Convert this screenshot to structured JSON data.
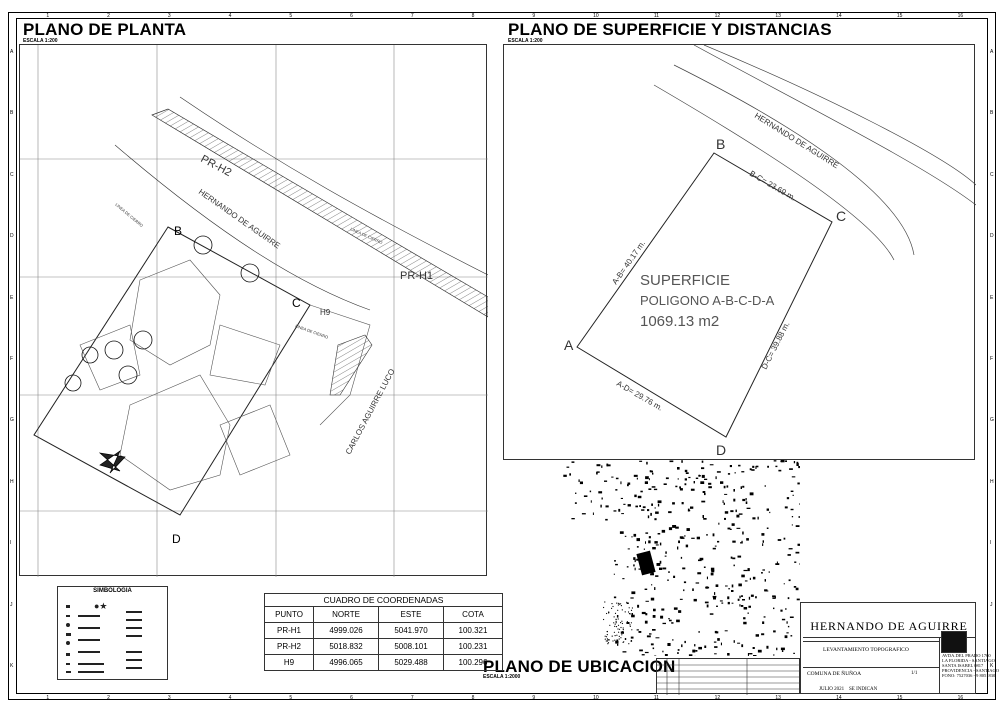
{
  "sheet": {
    "top_ruler": [
      "1",
      "2",
      "3",
      "4",
      "5",
      "6",
      "7",
      "8",
      "9",
      "10",
      "11",
      "12",
      "13",
      "14",
      "15",
      "16"
    ],
    "side_ruler": [
      "A",
      "B",
      "C",
      "D",
      "E",
      "F",
      "G",
      "H",
      "I",
      "J",
      "K"
    ]
  },
  "plano_planta": {
    "title": "PLANO DE PLANTA",
    "scale": "ESCALA 1:200",
    "point_labels": [
      "B",
      "C",
      "D"
    ],
    "markers": [
      "PR-H2",
      "PR-H1",
      "H9"
    ],
    "street": "HERNANDO DE AGUIRRE",
    "street2": "CARLOS AGUIRRE LUCO",
    "line_labels": [
      "LINEA DE CIERRO",
      "LINEA DE CIERRO",
      "LINEA DE CIERRO"
    ]
  },
  "plano_superficie": {
    "title": "PLANO DE SUPERFICIE Y DISTANCIAS",
    "scale": "ESCALA 1:200",
    "vertices": [
      "A",
      "B",
      "C",
      "D"
    ],
    "street": "HERNANDO DE AGUIRRE",
    "sides": [
      "A-B= 40.17 m.",
      "B-C= 23.69 m.",
      "D-C= 39.88 m.",
      "A-D= 29.76 m."
    ],
    "surface_l1": "SUPERFICIE",
    "surface_l2": "POLIGONO A-B-C-D-A",
    "surface_l3": "1069.13 m2"
  },
  "plano_ubicacion": {
    "title": "PLANO DE UBICACION",
    "scale": "ESCALA 1:2000"
  },
  "simbologia": {
    "title": "SIMBOLOGIA"
  },
  "coordinates": {
    "caption": "CUADRO DE COORDENADAS",
    "headers": [
      "PUNTO",
      "NORTE",
      "ESTE",
      "COTA"
    ],
    "rows": [
      [
        "PR-H1",
        "4999.026",
        "5041.970",
        "100.321"
      ],
      [
        "PR-H2",
        "5018.832",
        "5008.101",
        "100.231"
      ],
      [
        "H9",
        "4996.065",
        "5029.488",
        "100.296"
      ]
    ]
  },
  "title_block": {
    "name": "HERNANDO DE AGUIRRE",
    "type": "LEVANTAMIENTO TOPOGRAFICO",
    "commune": "COMUNA DE ÑUÑOA",
    "date": "JULIO 2021",
    "scale": "SE INDICAN",
    "sheet": "1/1",
    "company_lines": [
      "AVDA.DEL PRADO 1760",
      "LA FLORIDA - SANTIAGO",
      "SANTA ISABEL 0817",
      "PROVIDENCIA - SANTIAGO",
      "FONO: 7527036 - 9 8051830"
    ]
  }
}
